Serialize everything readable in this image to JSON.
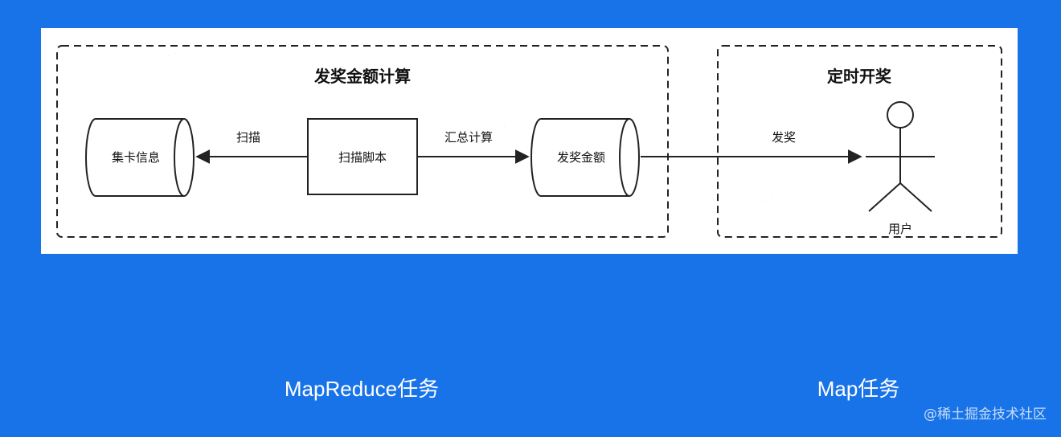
{
  "diagram": {
    "groups": {
      "left": {
        "title": "发奖金额计算"
      },
      "right": {
        "title": "定时开奖"
      }
    },
    "nodes": {
      "card_info": {
        "label": "集卡信息",
        "shape": "cylinder"
      },
      "scan_script": {
        "label": "扫描脚本",
        "shape": "rectangle"
      },
      "award_amount": {
        "label": "发奖金额",
        "shape": "cylinder"
      },
      "user": {
        "label": "用户",
        "shape": "actor"
      }
    },
    "edges": [
      {
        "from": "scan_script",
        "to": "card_info",
        "label": "扫描"
      },
      {
        "from": "scan_script",
        "to": "award_amount",
        "label": "汇总计算"
      },
      {
        "from": "award_amount",
        "to": "user",
        "label": "发奖"
      }
    ]
  },
  "captions": {
    "left": "MapReduce任务",
    "right": "Map任务"
  },
  "corner_watermark": "@稀土掘金技术社区",
  "colors": {
    "background": "#1873e8",
    "canvas": "#ffffff",
    "stroke": "#222222"
  }
}
